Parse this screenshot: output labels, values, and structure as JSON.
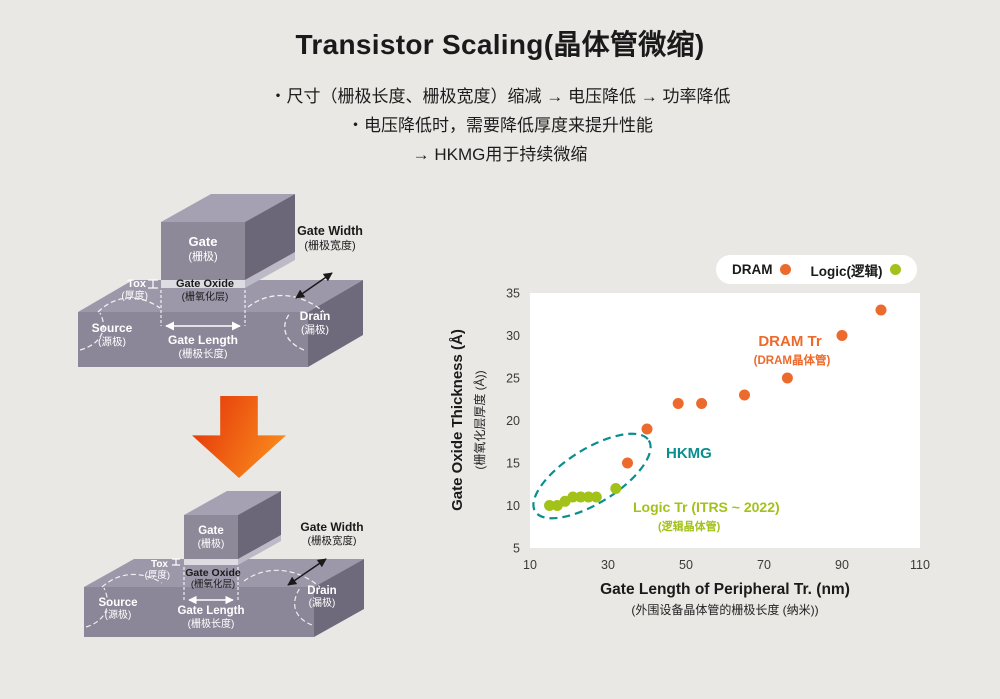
{
  "header": {
    "title": "Transistor Scaling(晶体管微缩)",
    "bullets": [
      "・尺寸（栅极长度、栅极宽度）缩减 → 电压降低 → 功率降低",
      "・电压降低时，需要降低厚度来提升性能",
      "→ HKMG用于持续微缩"
    ]
  },
  "diagram_labels": {
    "gate": "Gate",
    "gate_cn": "(栅极)",
    "gate_width": "Gate Width",
    "gate_width_cn": "(栅极宽度)",
    "tox": "Tox",
    "tox_cn": "(厚度)",
    "gate_oxide": "Gate Oxide",
    "gate_oxide_cn": "(栅氧化层)",
    "source": "Source",
    "source_cn": "(源极)",
    "drain": "Drain",
    "drain_cn": "(漏极)",
    "gate_length": "Gate Length",
    "gate_length_cn": "(栅极长度)"
  },
  "chart_data": {
    "type": "scatter",
    "xlabel": "Gate Length of Peripheral Tr. (nm)",
    "xlabel_cn": "(外围设备晶体管的栅极长度 (纳米))",
    "ylabel": "Gate Oxide Thickness (Å)",
    "ylabel_cn": "(栅氧化层厚度 (Å))",
    "xlim": [
      10,
      110
    ],
    "ylim": [
      5,
      35
    ],
    "xticks": [
      10,
      30,
      50,
      70,
      90,
      110
    ],
    "yticks": [
      5,
      10,
      15,
      20,
      25,
      30,
      35
    ],
    "grid": false,
    "legend_position": "top-right-outside",
    "series": [
      {
        "name": "DRAM",
        "color": "#ed6a2d",
        "points": [
          [
            35,
            15
          ],
          [
            40,
            19
          ],
          [
            48,
            22
          ],
          [
            54,
            22
          ],
          [
            65,
            23
          ],
          [
            76,
            25
          ],
          [
            90,
            30
          ],
          [
            100,
            33
          ]
        ]
      },
      {
        "name": "Logic(逻辑)",
        "color": "#a3c219",
        "points": [
          [
            15,
            10
          ],
          [
            17,
            10
          ],
          [
            19,
            10.5
          ],
          [
            21,
            11
          ],
          [
            23,
            11
          ],
          [
            25,
            11
          ],
          [
            27,
            11
          ],
          [
            32,
            12
          ]
        ]
      }
    ],
    "annotations": [
      {
        "text": "DRAM Tr",
        "text_cn": "(DRAM晶体管)",
        "color": "#ed6a2d"
      },
      {
        "text": "Logic Tr (ITRS ~ 2022)",
        "text_cn": "(逻辑晶体管)",
        "color": "#a3c219"
      },
      {
        "text": "HKMG",
        "color": "#0b8e8e",
        "shape": "dashed-ellipse"
      }
    ]
  }
}
